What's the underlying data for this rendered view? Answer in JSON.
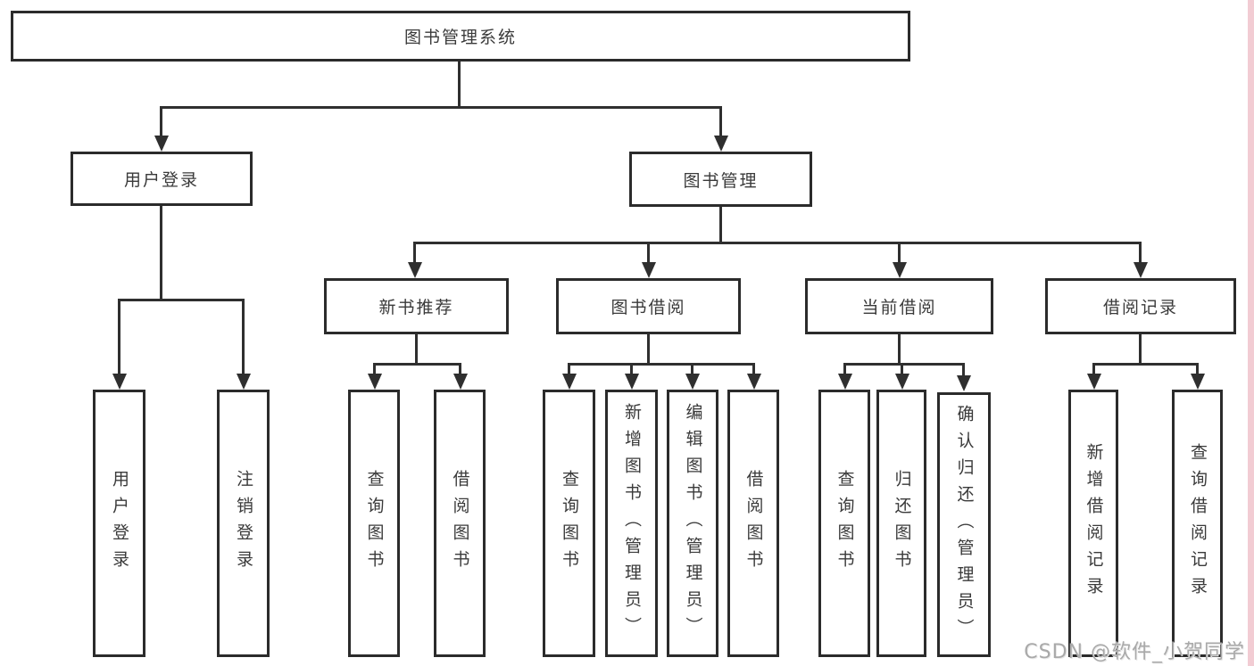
{
  "nodes": {
    "root": "图书管理系统",
    "user_login": "用户登录",
    "book_mgmt": "图书管理",
    "new_book_rec": "新书推荐",
    "book_borrow": "图书借阅",
    "current_borrow": "当前借阅",
    "borrow_record": "借阅记录",
    "leaf_user_login": "用户登录",
    "leaf_logout": "注销登录",
    "nb_query": "查询图书",
    "nb_borrow": "借阅图书",
    "bb_query": "查询图书",
    "bb_add": "新增图书（管理员）",
    "bb_edit": "编辑图书（管理员）",
    "bb_borrow": "借阅图书",
    "cb_query": "查询图书",
    "cb_return": "归还图书",
    "cb_confirm": "确认归还（管理员）",
    "br_add": "新增借阅记录",
    "br_query": "查询借阅记录"
  },
  "watermark": "CSDN @软件_小贺同学",
  "colors": {
    "line": "#2f2f2f",
    "border": "#2b2b2b",
    "text": "#3a3a3a",
    "watermark": "#a9a9a9",
    "right_strip": "#f2ccd3",
    "background": "#ffffff"
  }
}
